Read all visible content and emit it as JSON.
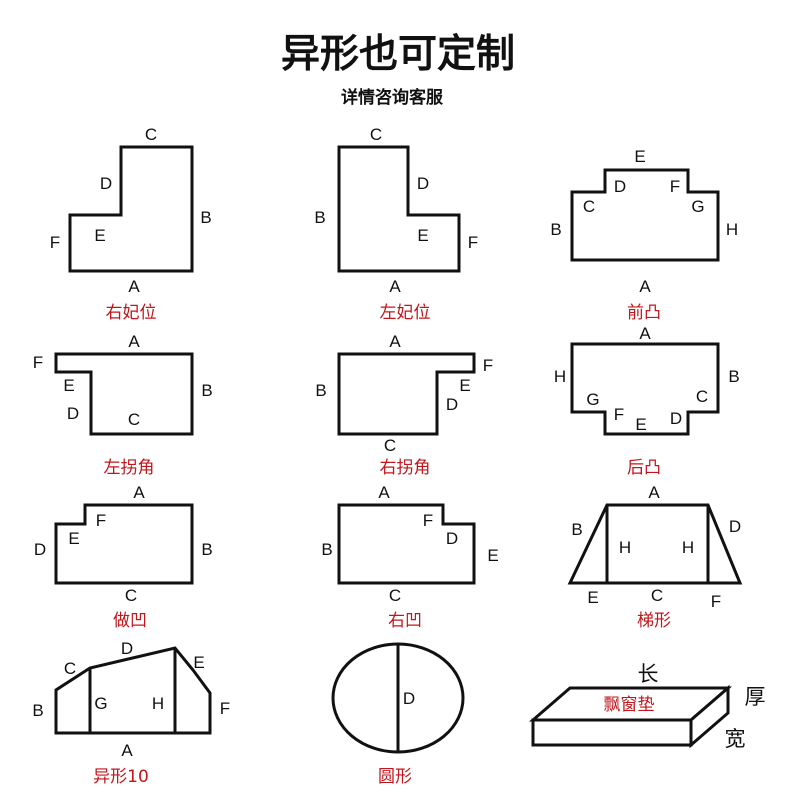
{
  "header": {
    "title": "异形也可定制",
    "subtitle": "详情咨询客服"
  },
  "shapes": [
    {
      "id": "right-concubine",
      "caption": "右妃位",
      "labels": [
        "A",
        "B",
        "C",
        "D",
        "E",
        "F"
      ]
    },
    {
      "id": "left-concubine",
      "caption": "左妃位",
      "labels": [
        "A",
        "B",
        "C",
        "D",
        "E",
        "F"
      ]
    },
    {
      "id": "front-convex",
      "caption": "前凸",
      "labels": [
        "A",
        "B",
        "C",
        "D",
        "E",
        "F",
        "G",
        "H"
      ]
    },
    {
      "id": "left-corner",
      "caption": "左拐角",
      "labels": [
        "A",
        "B",
        "C",
        "D",
        "E",
        "F"
      ]
    },
    {
      "id": "right-corner",
      "caption": "右拐角",
      "labels": [
        "A",
        "B",
        "C",
        "D",
        "E",
        "F"
      ]
    },
    {
      "id": "back-convex",
      "caption": "后凸",
      "labels": [
        "A",
        "B",
        "C",
        "D",
        "E",
        "F",
        "G",
        "H"
      ]
    },
    {
      "id": "left-notch",
      "caption": "做凹",
      "labels": [
        "A",
        "B",
        "C",
        "D",
        "E",
        "F"
      ]
    },
    {
      "id": "right-notch",
      "caption": "右凹",
      "labels": [
        "A",
        "B",
        "C",
        "D",
        "E",
        "F"
      ]
    },
    {
      "id": "trapezoid",
      "caption": "梯形",
      "labels": [
        "A",
        "B",
        "C",
        "D",
        "E",
        "F",
        "H",
        "H"
      ]
    },
    {
      "id": "irregular-10",
      "caption": "异形10",
      "labels": [
        "A",
        "B",
        "C",
        "D",
        "E",
        "F",
        "G",
        "H"
      ]
    },
    {
      "id": "circle",
      "caption": "圆形",
      "labels": [
        "D"
      ]
    },
    {
      "id": "cushion",
      "caption": "飘窗垫",
      "labels": [
        "长",
        "厚",
        "宽"
      ]
    }
  ]
}
